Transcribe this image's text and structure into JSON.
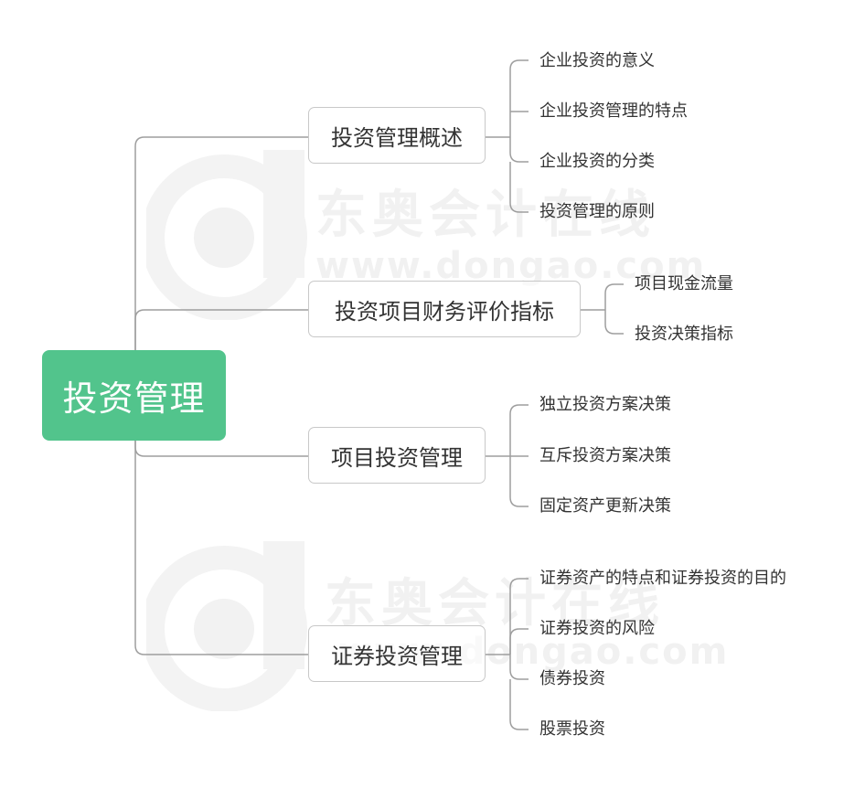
{
  "watermark": {
    "brand_cn": "东奥会计在线",
    "url": "www.dongao.com"
  },
  "colors": {
    "root_fill": "#52c48c",
    "root_text": "#ffffff",
    "topic_border": "#c8c8c8",
    "line": "#9e9e9e",
    "text": "#333333"
  },
  "root": {
    "label": "投资管理"
  },
  "branches": [
    {
      "label": "投资管理概述",
      "children": [
        "企业投资的意义",
        "企业投资管理的特点",
        "企业投资的分类",
        "投资管理的原则"
      ]
    },
    {
      "label": "投资项目财务评价指标",
      "children": [
        "项目现金流量",
        "投资决策指标"
      ]
    },
    {
      "label": "项目投资管理",
      "children": [
        "独立投资方案决策",
        "互斥投资方案决策",
        "固定资产更新决策"
      ]
    },
    {
      "label": "证券投资管理",
      "children": [
        "证券资产的特点和证券投资的目的",
        "证券投资的风险",
        "债券投资",
        "股票投资"
      ]
    }
  ]
}
